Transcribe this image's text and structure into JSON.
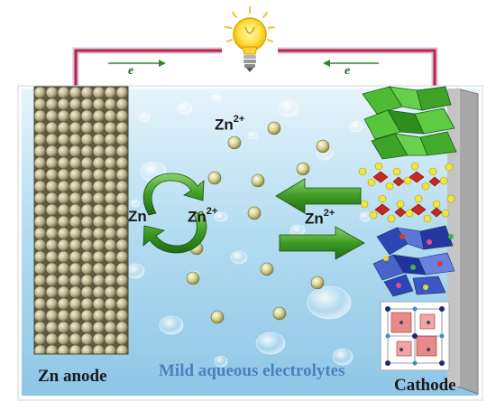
{
  "labels": {
    "electron_left": "e",
    "electron_right": "e",
    "zn_ion_top": {
      "base": "Zn",
      "charge": "2+"
    },
    "zn_cycle_left": "Zn",
    "zn_cycle_right": {
      "base": "Zn",
      "charge": "2+"
    },
    "zn_ion_arrows": {
      "base": "Zn",
      "charge": "2+"
    },
    "anode": "Zn anode",
    "electrolyte": "Mild aqueous electrolytes",
    "cathode": "Cathode"
  },
  "colors": {
    "wire": "#c0272d",
    "arrow_green": "#3d9b2a",
    "electrolyte_text": "#4a7fc1",
    "background_water": "#a9d6ee",
    "zn_ion_sphere": "#d9d59a"
  },
  "icons": [
    "light-bulb-icon"
  ]
}
